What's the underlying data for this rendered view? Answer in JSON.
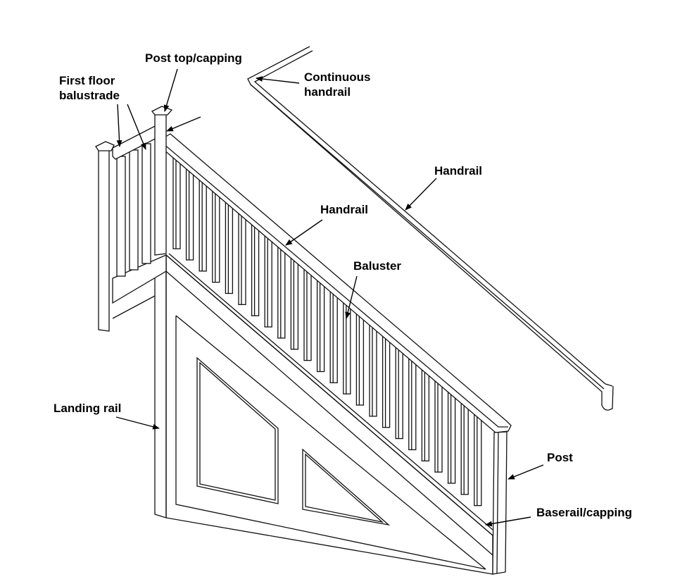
{
  "diagram": {
    "title": "Staircase balustrade components",
    "ink_color": "#111111",
    "background_color": "#ffffff",
    "labels": [
      {
        "id": "post-top",
        "text": "Post top/capping"
      },
      {
        "id": "first-floor-balustrade",
        "lines": [
          "First floor",
          "balustrade"
        ]
      },
      {
        "id": "continuous-handrail",
        "lines": [
          "Continuous",
          "handrail"
        ]
      },
      {
        "id": "handrail-wall",
        "text": "Handrail"
      },
      {
        "id": "handrail-stair",
        "text": "Handrail"
      },
      {
        "id": "baluster",
        "text": "Baluster"
      },
      {
        "id": "landing-rail",
        "text": "Landing rail"
      },
      {
        "id": "post",
        "text": "Post"
      },
      {
        "id": "baserail",
        "text": "Baserail/capping"
      }
    ]
  }
}
